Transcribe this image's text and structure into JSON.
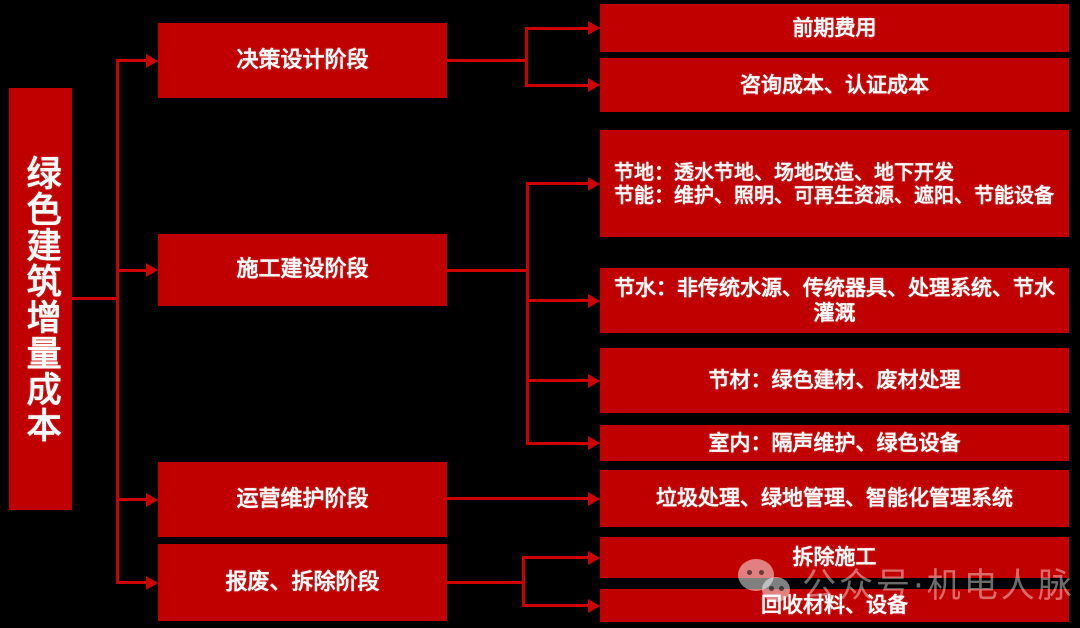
{
  "background": "#000000",
  "palette": {
    "box_fill": "#C00000",
    "connector": "#CC0000",
    "text": "#FFFFFF",
    "watermark_text_color": "rgba(255,255,255,0.42)"
  },
  "root": {
    "label": "绿色建筑增量成本"
  },
  "stages": [
    {
      "label": "决策设计阶段",
      "children": [
        "r1",
        "r2"
      ]
    },
    {
      "label": "施工建设阶段",
      "children": [
        "r3",
        "r4",
        "r5",
        "r6"
      ]
    },
    {
      "label": "运营维护阶段",
      "children": [
        "r7"
      ]
    },
    {
      "label": "报废、拆除阶段",
      "children": [
        "r8",
        "r9"
      ]
    }
  ],
  "cost_boxes": {
    "r1": {
      "label": "前期费用"
    },
    "r2": {
      "label": "咨询成本、认证成本"
    },
    "r3": {
      "line1": "节地：透水节地、场地改造、地下开发",
      "line2": "节能：维护、照明、可再生资源、遮阳、节能设备"
    },
    "r4": {
      "label": "节水：非传统水源、传统器具、处理系统、节水灌溉"
    },
    "r5": {
      "label": "节材：绿色建材、废材处理"
    },
    "r6": {
      "label": "室内：隔声维护、绿色设备"
    },
    "r7": {
      "label": "垃圾处理、绿地管理、智能化管理系统"
    },
    "r8": {
      "label": "拆除施工"
    },
    "r9": {
      "label": "回收材料、设备"
    }
  },
  "watermark": {
    "icon": "wechat-icon",
    "text": "公众号·机电人脉"
  }
}
